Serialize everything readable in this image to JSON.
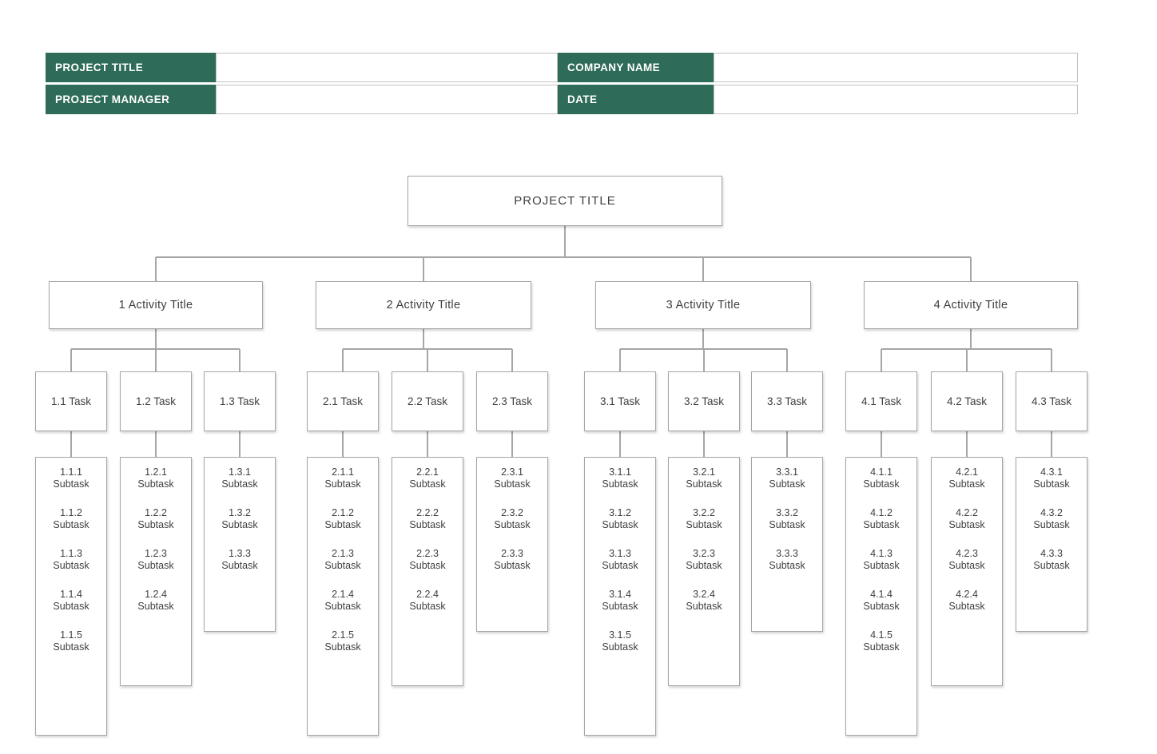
{
  "header": {
    "fields": [
      {
        "label": "PROJECT TITLE",
        "value": ""
      },
      {
        "label": "COMPANY NAME",
        "value": ""
      },
      {
        "label": "PROJECT MANAGER",
        "value": ""
      },
      {
        "label": "DATE",
        "value": ""
      }
    ]
  },
  "tree": {
    "root_label": "PROJECT TITLE",
    "subtask_word": "Subtask",
    "groups": [
      {
        "label": "1 Activity Title",
        "tasks": [
          {
            "label": "1.1 Task",
            "subtasks": [
              "1.1.1",
              "1.1.2",
              "1.1.3",
              "1.1.4",
              "1.1.5"
            ]
          },
          {
            "label": "1.2 Task",
            "subtasks": [
              "1.2.1",
              "1.2.2",
              "1.2.3",
              "1.2.4"
            ]
          },
          {
            "label": "1.3 Task",
            "subtasks": [
              "1.3.1",
              "1.3.2",
              "1.3.3"
            ]
          }
        ]
      },
      {
        "label": "2 Activity Title",
        "tasks": [
          {
            "label": "2.1 Task",
            "subtasks": [
              "2.1.1",
              "2.1.2",
              "2.1.3",
              "2.1.4",
              "2.1.5"
            ]
          },
          {
            "label": "2.2 Task",
            "subtasks": [
              "2.2.1",
              "2.2.2",
              "2.2.3",
              "2.2.4"
            ]
          },
          {
            "label": "2.3 Task",
            "subtasks": [
              "2.3.1",
              "2.3.2",
              "2.3.3"
            ]
          }
        ]
      },
      {
        "label": "3 Activity Title",
        "tasks": [
          {
            "label": "3.1 Task",
            "subtasks": [
              "3.1.1",
              "3.1.2",
              "3.1.3",
              "3.1.4",
              "3.1.5"
            ]
          },
          {
            "label": "3.2 Task",
            "subtasks": [
              "3.2.1",
              "3.2.2",
              "3.2.3",
              "3.2.4"
            ]
          },
          {
            "label": "3.3 Task",
            "subtasks": [
              "3.3.1",
              "3.3.2",
              "3.3.3"
            ]
          }
        ]
      },
      {
        "label": "4 Activity Title",
        "tasks": [
          {
            "label": "4.1 Task",
            "subtasks": [
              "4.1.1",
              "4.1.2",
              "4.1.3",
              "4.1.4",
              "4.1.5"
            ]
          },
          {
            "label": "4.2 Task",
            "subtasks": [
              "4.2.1",
              "4.2.2",
              "4.2.3",
              "4.2.4"
            ]
          },
          {
            "label": "4.3 Task",
            "subtasks": [
              "4.3.1",
              "4.3.2",
              "4.3.3"
            ]
          }
        ]
      }
    ]
  },
  "colors": {
    "header_green": "#2E6B58",
    "header_text": "#FFFFFF",
    "box_border": "#A6A6A6",
    "connector_gray": "#A6A6A6",
    "node_text": "#3F3F3F",
    "background": "#FFFFFF"
  }
}
